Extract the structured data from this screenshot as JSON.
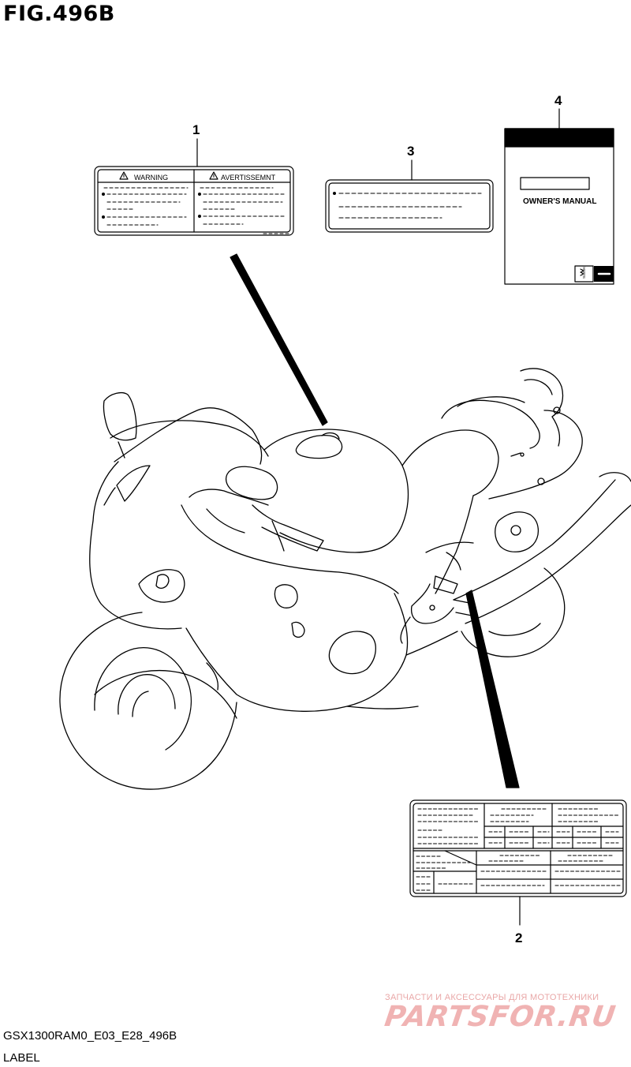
{
  "figure": {
    "title": "FIG.496B",
    "code": "GSX1300RAM0_E03_E28_496B",
    "name": "LABEL"
  },
  "callouts": [
    "1",
    "2",
    "3",
    "4"
  ],
  "label_1": {
    "left_heading": "WARNING",
    "right_heading": "AVERTISSEMNT"
  },
  "label_4": {
    "booklet_title": "OWNER'S MANUAL",
    "logo_text": "SUZUKI"
  },
  "watermark": {
    "tagline": "ЗАПЧАСТИ И АКСЕССУАРЫ ДЛЯ МОТОТЕХНИКИ",
    "site": "PARTSFOR.RU"
  }
}
